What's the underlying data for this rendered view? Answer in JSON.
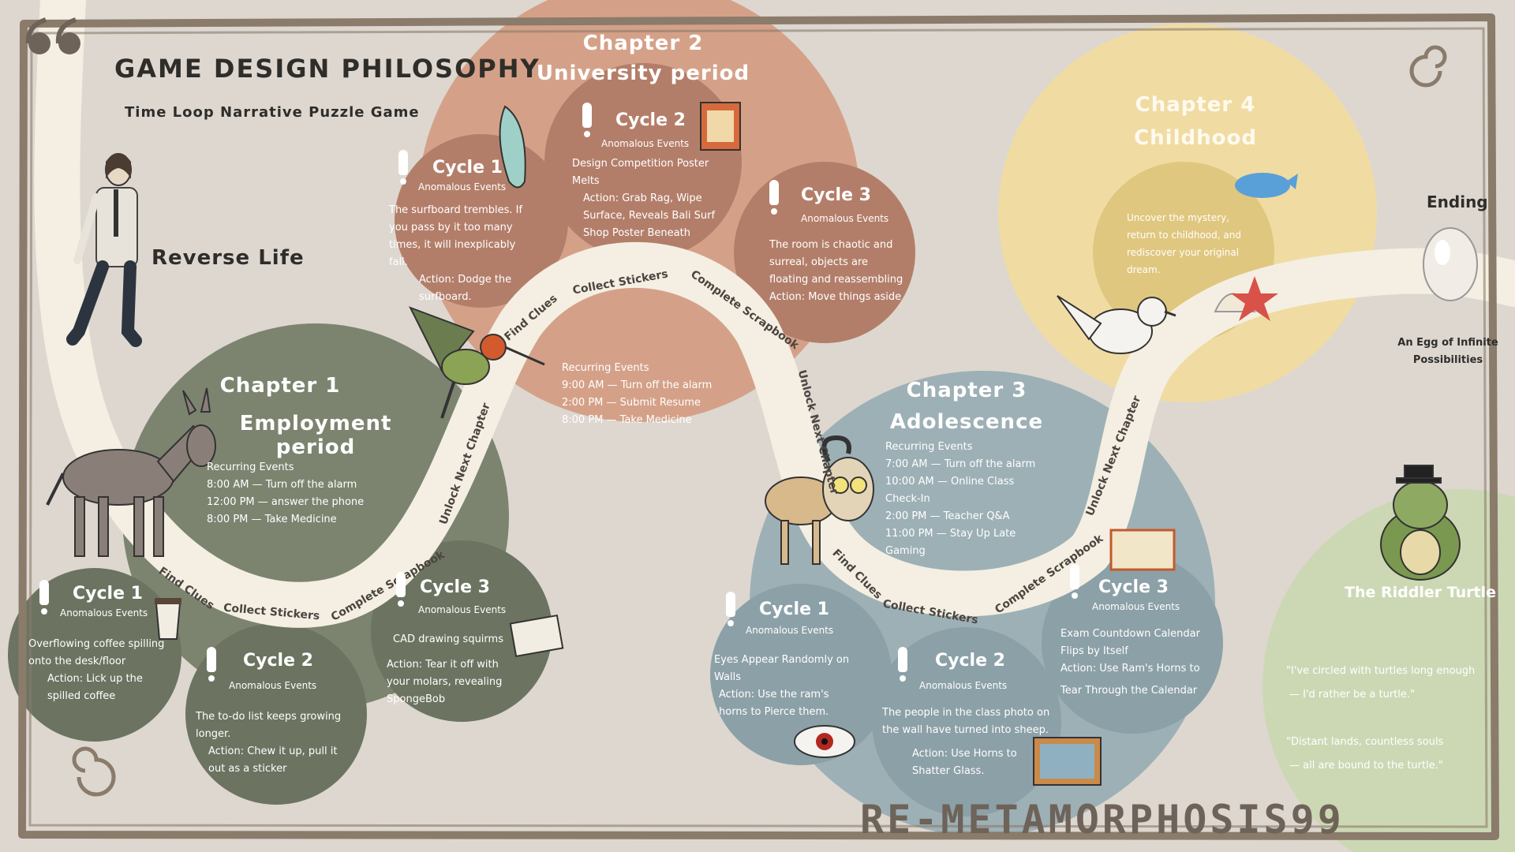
{
  "header": {
    "title": "GAME DESIGN PHILOSOPHY",
    "subtitle": "Time Loop Narrative Puzzle Game",
    "reverse_life": "Reverse Life"
  },
  "path_labels": {
    "find_clues": "Find Clues",
    "collect_stickers": "Collect Stickers",
    "complete_scrapbook": "Complete Scrapbook",
    "unlock_next_chapter": "Unlock Next Chapter"
  },
  "chapter1": {
    "title": "Chapter 1",
    "subtitle": "Employment period",
    "recurring_title": "Recurring Events",
    "recurring": [
      "8:00 AM — Turn off the alarm",
      "12:00 PM — answer the phone",
      "8:00 PM — Take Medicine"
    ],
    "cycles": [
      {
        "title": "Cycle 1",
        "sub": "Anomalous Events",
        "lines": [
          "Overflowing coffee spilling",
          "onto the desk/floor",
          "Action: Lick up the",
          "spilled coffee"
        ]
      },
      {
        "title": "Cycle 2",
        "sub": "Anomalous Events",
        "lines": [
          "The to-do list keeps growing",
          "longer.",
          "Action: Chew it up, pull it",
          "out as a sticker"
        ]
      },
      {
        "title": "Cycle 3",
        "sub": "Anomalous Events",
        "lines": [
          "CAD drawing squirms",
          "Action: Tear it off with",
          "your molars, revealing",
          "SpongeBob"
        ]
      }
    ]
  },
  "chapter2": {
    "title": "Chapter 2",
    "subtitle": "University period",
    "recurring_title": "Recurring Events",
    "recurring": [
      "9:00 AM — Turn off the alarm",
      "2:00 PM — Submit Resume",
      "8:00 PM — Take Medicine"
    ],
    "cycles": [
      {
        "title": "Cycle 1",
        "sub": "Anomalous Events",
        "lines": [
          "The surfboard trembles. If",
          "you pass by it too many",
          "times, it will inexplicably",
          "fall.",
          "Action: Dodge the",
          "surfboard."
        ]
      },
      {
        "title": "Cycle 2",
        "sub": "Anomalous Events",
        "lines": [
          "Design Competition Poster",
          "Melts",
          "Action: Grab Rag, Wipe",
          "Surface, Reveals Bali Surf",
          "Shop Poster Beneath"
        ]
      },
      {
        "title": "Cycle 3",
        "sub": "Anomalous Events",
        "lines": [
          "The room is chaotic and",
          "surreal, objects are",
          "floating and reassembling",
          "Action: Move things aside"
        ]
      }
    ]
  },
  "chapter3": {
    "title": "Chapter 3",
    "subtitle": "Adolescence",
    "recurring_title": "Recurring Events",
    "recurring": [
      "7:00 AM — Turn off the alarm",
      "10:00 AM — Online Class",
      "Check-In",
      "2:00 PM — Teacher Q&A",
      "11:00 PM — Stay Up Late",
      "Gaming"
    ],
    "cycles": [
      {
        "title": "Cycle 1",
        "sub": "Anomalous Events",
        "lines": [
          "Eyes Appear Randomly on",
          "Walls",
          "Action: Use the ram's",
          "horns to Pierce them."
        ]
      },
      {
        "title": "Cycle 2",
        "sub": "Anomalous Events",
        "lines": [
          "The people in the class photo on",
          "the wall have turned into sheep.",
          "Action: Use Horns to",
          "Shatter Glass."
        ]
      },
      {
        "title": "Cycle 3",
        "sub": "Anomalous Events",
        "lines": [
          "Exam Countdown Calendar",
          "Flips by Itself",
          "Action: Use Ram's Horns to",
          "Tear Through the Calendar"
        ]
      }
    ]
  },
  "chapter4": {
    "title": "Chapter 4",
    "subtitle": "Childhood",
    "lines": [
      "Uncover the mystery,",
      "return to childhood, and",
      "rediscover your original",
      "dream."
    ]
  },
  "ending": {
    "title": "Ending",
    "lines": [
      "An Egg of Infinite",
      "Possibilities"
    ]
  },
  "turtle": {
    "title": "The Riddler Turtle",
    "quote1": [
      "\"I've circled with turtles long enough",
      "— I'd rather be a turtle.\""
    ],
    "quote2": [
      "\"Distant lands, countless souls",
      "— all are bound to the turtle.\""
    ]
  },
  "footer": {
    "logo": "RE-METAMORPHOSIS99"
  },
  "colors": {
    "background": "#ddd7d0",
    "frame": "#8a7b6b",
    "path": "#f4efe2",
    "chapter1": "#7c8470",
    "chapter1_cycle": "#6c7461",
    "chapter2": "#d4a188",
    "chapter2_cycle": "#b37e69",
    "chapter3": "#9db0b6",
    "chapter3_cycle": "#8ca0a7",
    "chapter4": "#f0dca2",
    "chapter4_inner": "#e0c77f",
    "turtle": "#ccd8b4"
  },
  "icons": [
    "quote-mark-icon",
    "man-walking-icon",
    "donkey-icon",
    "hummingbird-icon",
    "goat-icon",
    "bird-icon",
    "egg-icon",
    "turtle-icon",
    "surfboard-icon",
    "poster-icon",
    "coffee-cup-icon",
    "cad-drawing-icon",
    "eye-icon",
    "class-photo-icon",
    "calendar-icon",
    "whale-icon",
    "shell-icon",
    "starfish-icon",
    "spiral-icon"
  ]
}
